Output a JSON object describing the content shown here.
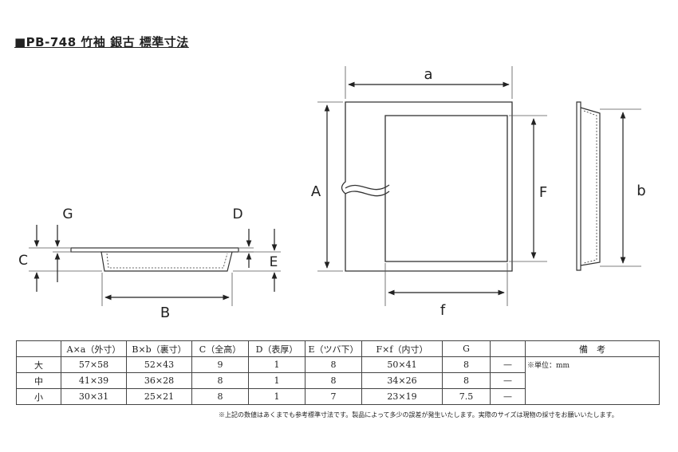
{
  "title": "■PB-748 竹袖 銀古 標準寸法",
  "dimension_labels": {
    "a": "a",
    "A": "A",
    "F": "F",
    "f": "f",
    "b": "b",
    "B": "B",
    "C": "C",
    "D": "D",
    "E": "E",
    "G": "G"
  },
  "table": {
    "headers": [
      "",
      "A×a（外寸）",
      "B×b（裏寸）",
      "C（全高）",
      "D（表厚）",
      "E（ツバ下）",
      "F×f（内寸）",
      "G",
      "",
      "備　考"
    ],
    "rows": [
      {
        "size": "大",
        "Aa": "57×58",
        "Bb": "52×43",
        "C": "9",
        "D": "1",
        "E": "8",
        "Ff": "50×41",
        "G": "8",
        "extra": "—"
      },
      {
        "size": "中",
        "Aa": "41×39",
        "Bb": "36×28",
        "C": "8",
        "D": "1",
        "E": "8",
        "Ff": "34×26",
        "G": "8",
        "extra": "—"
      },
      {
        "size": "小",
        "Aa": "30×31",
        "Bb": "25×21",
        "C": "8",
        "D": "1",
        "E": "7",
        "Ff": "23×19",
        "G": "7.5",
        "extra": "—"
      }
    ],
    "remark": "※単位：mm"
  },
  "footnote": "※上記の数値はあくまでも参考標準寸法です。製品によって多少の誤差が発生いたします。実際のサイズは現物の採寸をお願いいたします。"
}
